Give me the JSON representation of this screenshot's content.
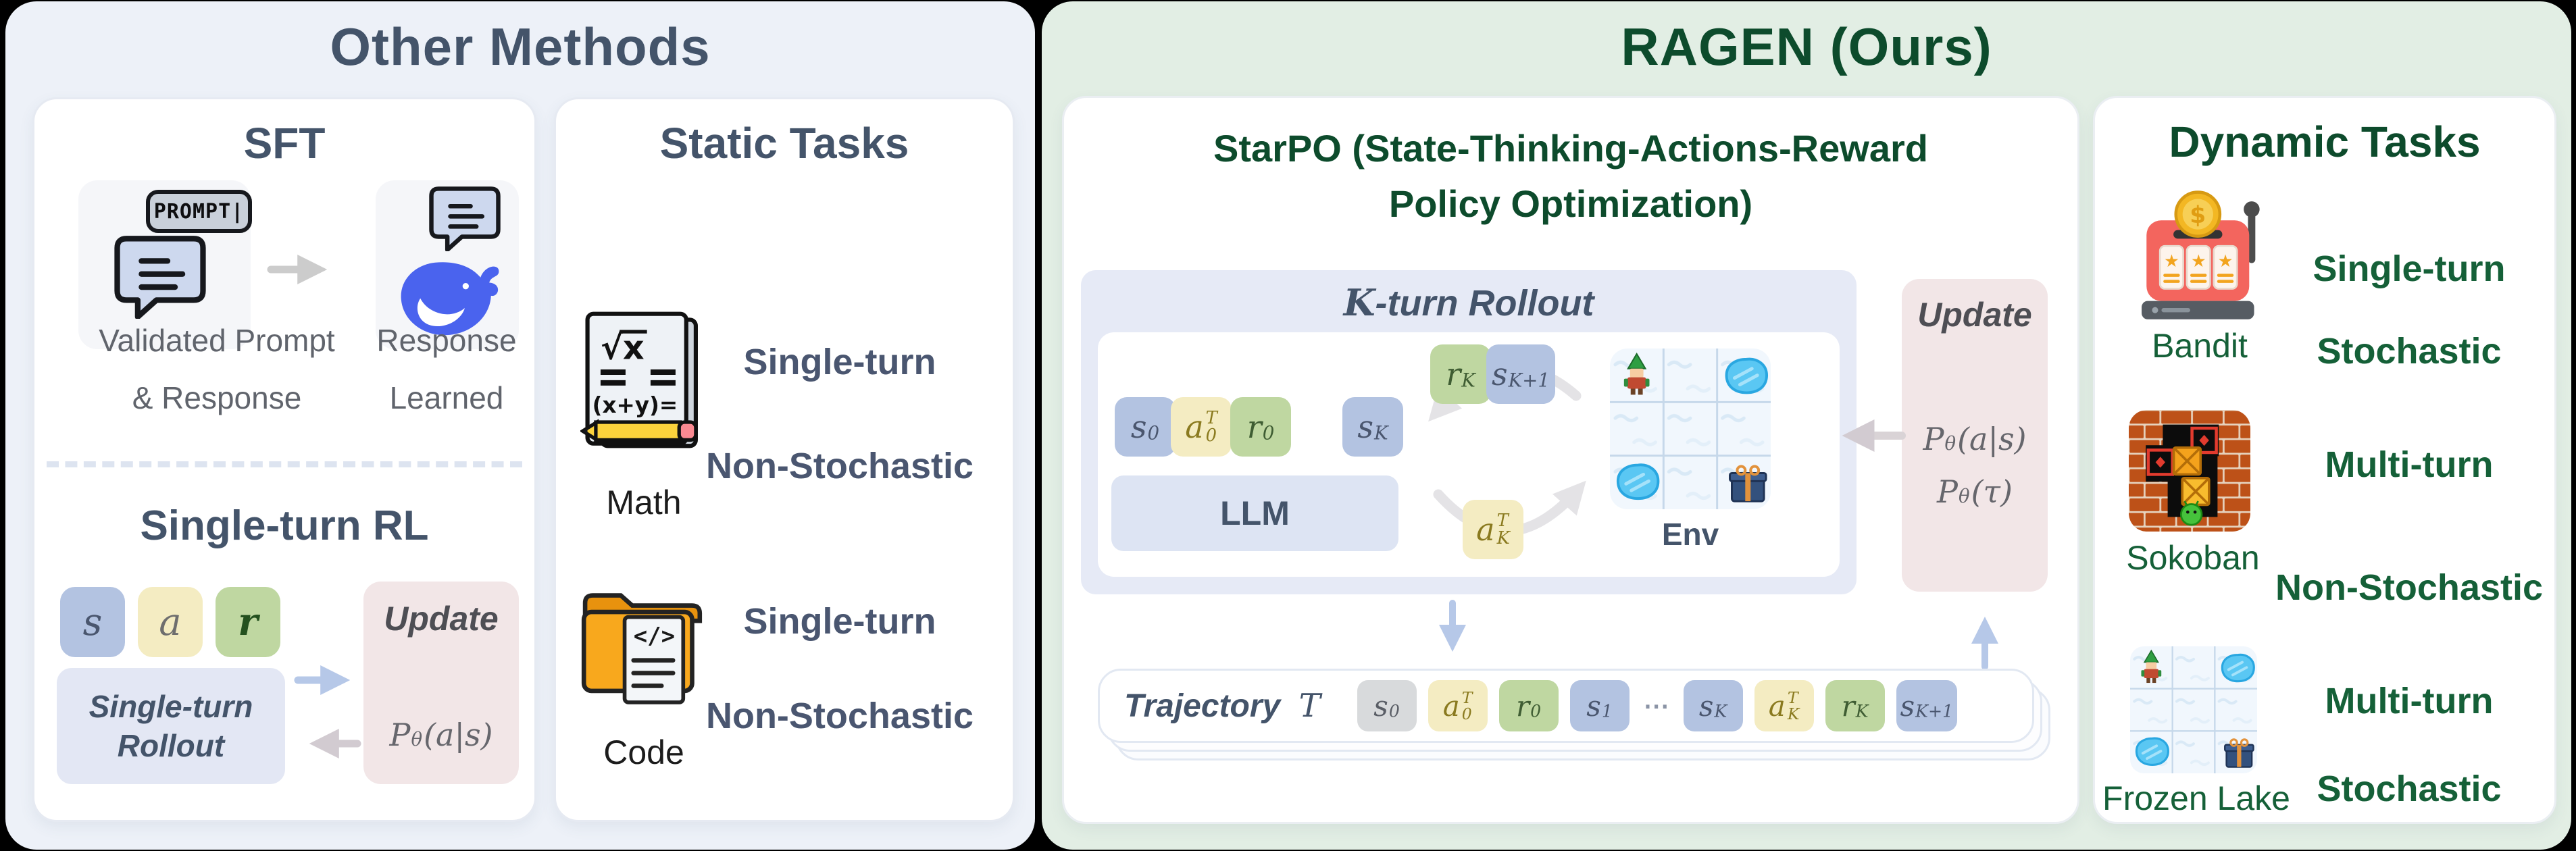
{
  "colors": {
    "canvas_bg": "#000000",
    "left_panel_bg": "#edf1f8",
    "ragen_panel_bg": "#e2eee4",
    "slate_text": "#44546a",
    "dark_green": "#0d4b2c",
    "item_green": "#156038",
    "token_state_bg": "#b3c3e1",
    "token_action_bg": "#f4ecc2",
    "token_reward_bg": "#bfd7a1",
    "token_gray_bg": "#d8dadc",
    "rollout_box_bg": "#e3e7f4",
    "update_box_bg": "#f2e6e7",
    "llm_box_bg": "#dde4f3",
    "arrow_blue": "#b6c8e8",
    "arrow_gray": "#d2cbd1"
  },
  "left": {
    "title": "Other Methods",
    "sft": {
      "title": "SFT",
      "badge": "PROMPT|",
      "cap1a": "Validated Prompt",
      "cap1b": "& Response",
      "cap2a": "Response",
      "cap2b": "Learned"
    },
    "rl": {
      "title": "Single-turn RL",
      "tokens": {
        "s": {
          "base": "s"
        },
        "a": {
          "base": "a"
        },
        "r": {
          "base": "r"
        }
      },
      "rollout1": "Single-turn",
      "rollout2": "Rollout",
      "update_title": "Update",
      "update_formula": {
        "base": "P",
        "sub": "θ",
        "rest": "(a|s)"
      }
    },
    "static": {
      "title": "Static Tasks",
      "items": [
        {
          "label": "Math",
          "line1": "Single-turn",
          "line2": "Non-Stochastic"
        },
        {
          "label": "Code",
          "line1": "Single-turn",
          "line2": "Non-Stochastic"
        }
      ]
    }
  },
  "ragen": {
    "title": "RAGEN (Ours)",
    "starpo": {
      "line1": [
        {
          "t": "StarPO",
          "b": true
        },
        {
          "t": " (",
          "b": false
        },
        {
          "t": "S",
          "b": true
        },
        {
          "t": "tate-",
          "b": false
        },
        {
          "t": "T",
          "b": true
        },
        {
          "t": "hinking-",
          "b": false
        },
        {
          "t": "A",
          "b": true
        },
        {
          "t": "ctions-",
          "b": false
        },
        {
          "t": "R",
          "b": true
        },
        {
          "t": "eward",
          "b": false
        }
      ],
      "line2": [
        {
          "t": "P",
          "b": true
        },
        {
          "t": "olicy ",
          "b": false
        },
        {
          "t": "O",
          "b": true
        },
        {
          "t": "ptimization)",
          "b": false
        }
      ]
    },
    "rollout": {
      "title": {
        "mathvar": "K",
        "rest": "-turn Rollout"
      },
      "tokens": {
        "s0": {
          "base": "s",
          "sub": "0"
        },
        "a0": {
          "base": "a",
          "sub": "0",
          "sup": "T"
        },
        "r0": {
          "base": "r",
          "sub": "0"
        },
        "sK": {
          "base": "s",
          "sub": "K"
        },
        "rK": {
          "base": "r",
          "sub": "K"
        },
        "sK1": {
          "base": "s",
          "sub": "K+1"
        },
        "aK": {
          "base": "a",
          "sub": "K",
          "sup": "T"
        }
      },
      "llm": "LLM",
      "env": "Env"
    },
    "update": {
      "title": "Update",
      "f1": {
        "base": "P",
        "sub": "θ",
        "rest": "(a|s)"
      },
      "f2": {
        "base": "P",
        "sub": "θ",
        "rest": "(τ)"
      }
    },
    "traj": {
      "label": "Trajectory",
      "mathvar": "T",
      "tokens": [
        {
          "base": "s",
          "sub": "0",
          "type": "gray"
        },
        {
          "base": "a",
          "sub": "0",
          "sup": "T",
          "type": "a"
        },
        {
          "base": "r",
          "sub": "0",
          "type": "r"
        },
        {
          "base": "s",
          "sub": "1",
          "type": "s"
        },
        {
          "base": "⋯",
          "type": "dots"
        },
        {
          "base": "s",
          "sub": "K",
          "type": "s"
        },
        {
          "base": "a",
          "sub": "K",
          "sup": "T",
          "type": "a"
        },
        {
          "base": "r",
          "sub": "K",
          "type": "r"
        },
        {
          "base": "s",
          "sub": "K+1",
          "type": "s"
        }
      ]
    },
    "dynamic": {
      "title": "Dynamic Tasks",
      "items": [
        {
          "label": "Bandit",
          "line1": "Single-turn",
          "line2": "Stochastic"
        },
        {
          "label": "Sokoban",
          "line1": "Multi-turn",
          "line2": "Non-Stochastic"
        },
        {
          "label": "Frozen Lake",
          "line1": "Multi-turn",
          "line2": "Stochastic"
        }
      ]
    }
  }
}
